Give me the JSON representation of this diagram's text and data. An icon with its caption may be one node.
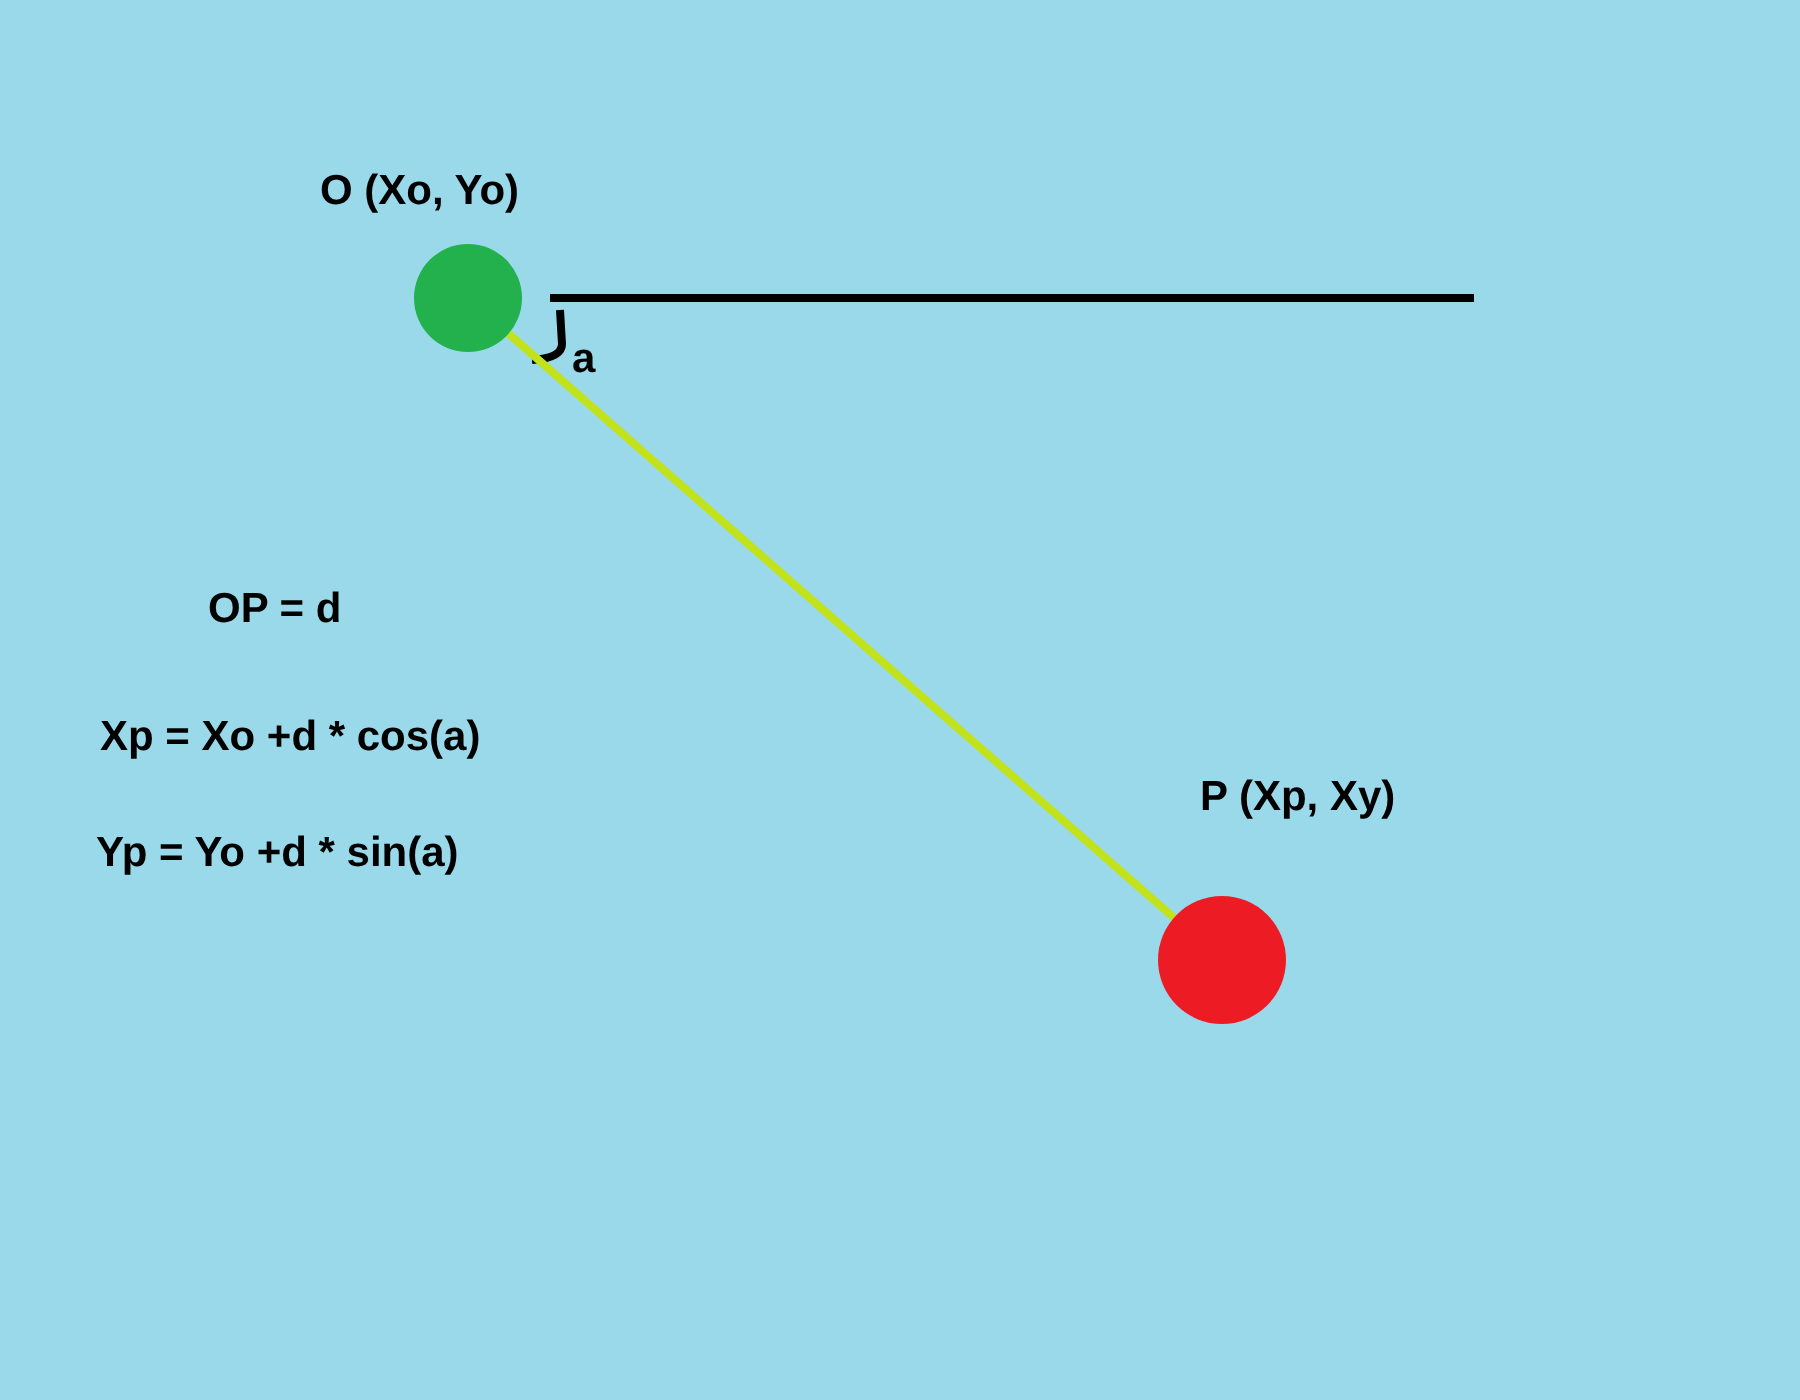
{
  "diagram": {
    "nodes": [
      {
        "text": [
          "O (Xo, Yo)"
        ]
      },
      {
        "text": [
          "P (Xp, Xy)"
        ]
      }
    ],
    "edges": [
      {
        "from": 0,
        "to": 1,
        "arrow": "none",
        "color": "#c2e21c"
      }
    ],
    "labels": [
      "a",
      "OP = d",
      "Xp = Xo +d * cos(a)",
      "Yp = Yo +d * sin(a)"
    ]
  }
}
